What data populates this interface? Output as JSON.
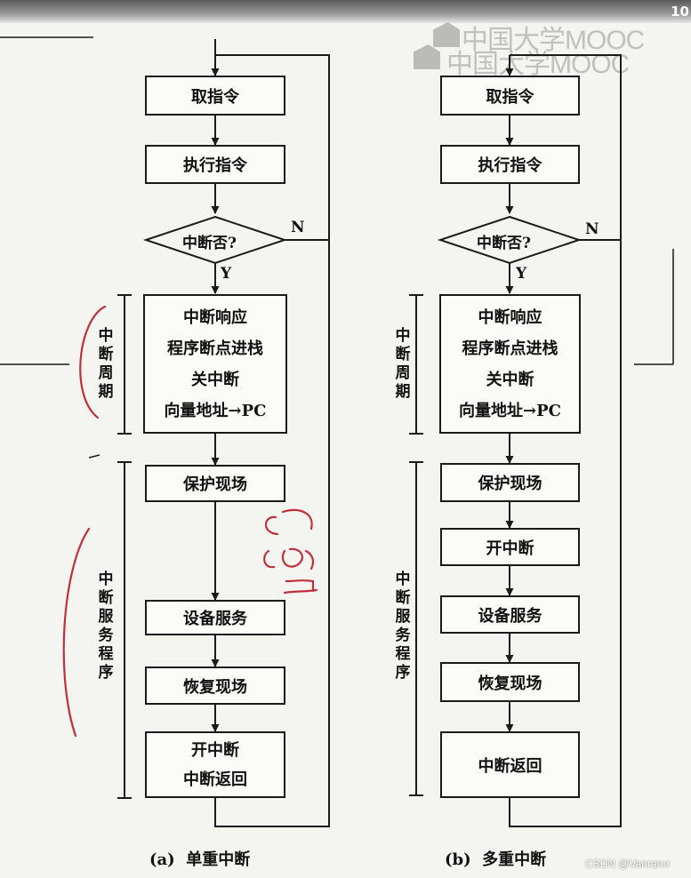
{
  "page_number": "10",
  "watermark": "中国大学MOOC",
  "credit": "CSDN @Vanranrr",
  "left": {
    "fetch": "取指令",
    "execute": "执行指令",
    "decision": "中断否?",
    "no": "N",
    "yes": "Y",
    "cycle_lines": [
      "中断响应",
      "程序断点进栈",
      "关中断",
      "向量地址→PC"
    ],
    "save": "保护现场",
    "service": "设备服务",
    "restore": "恢复现场",
    "final_lines": [
      "开中断",
      "中断返回"
    ],
    "cycle_label": "中断周期",
    "isr_label": "中断服务程序",
    "caption": "(a)  单重中断"
  },
  "right": {
    "fetch": "取指令",
    "execute": "执行指令",
    "decision": "中断否?",
    "no": "N",
    "yes": "Y",
    "cycle_lines": [
      "中断响应",
      "程序断点进栈",
      "关中断",
      "向量地址→PC"
    ],
    "save": "保护现场",
    "enable": "开中断",
    "service": "设备服务",
    "restore": "恢复现场",
    "return": "中断返回",
    "cycle_label": "中断周期",
    "isr_label": "中断服务程序",
    "caption": "(b)  多重中断"
  },
  "colors": {
    "annotation": "#c0303a",
    "line": "#1a1a1a"
  }
}
